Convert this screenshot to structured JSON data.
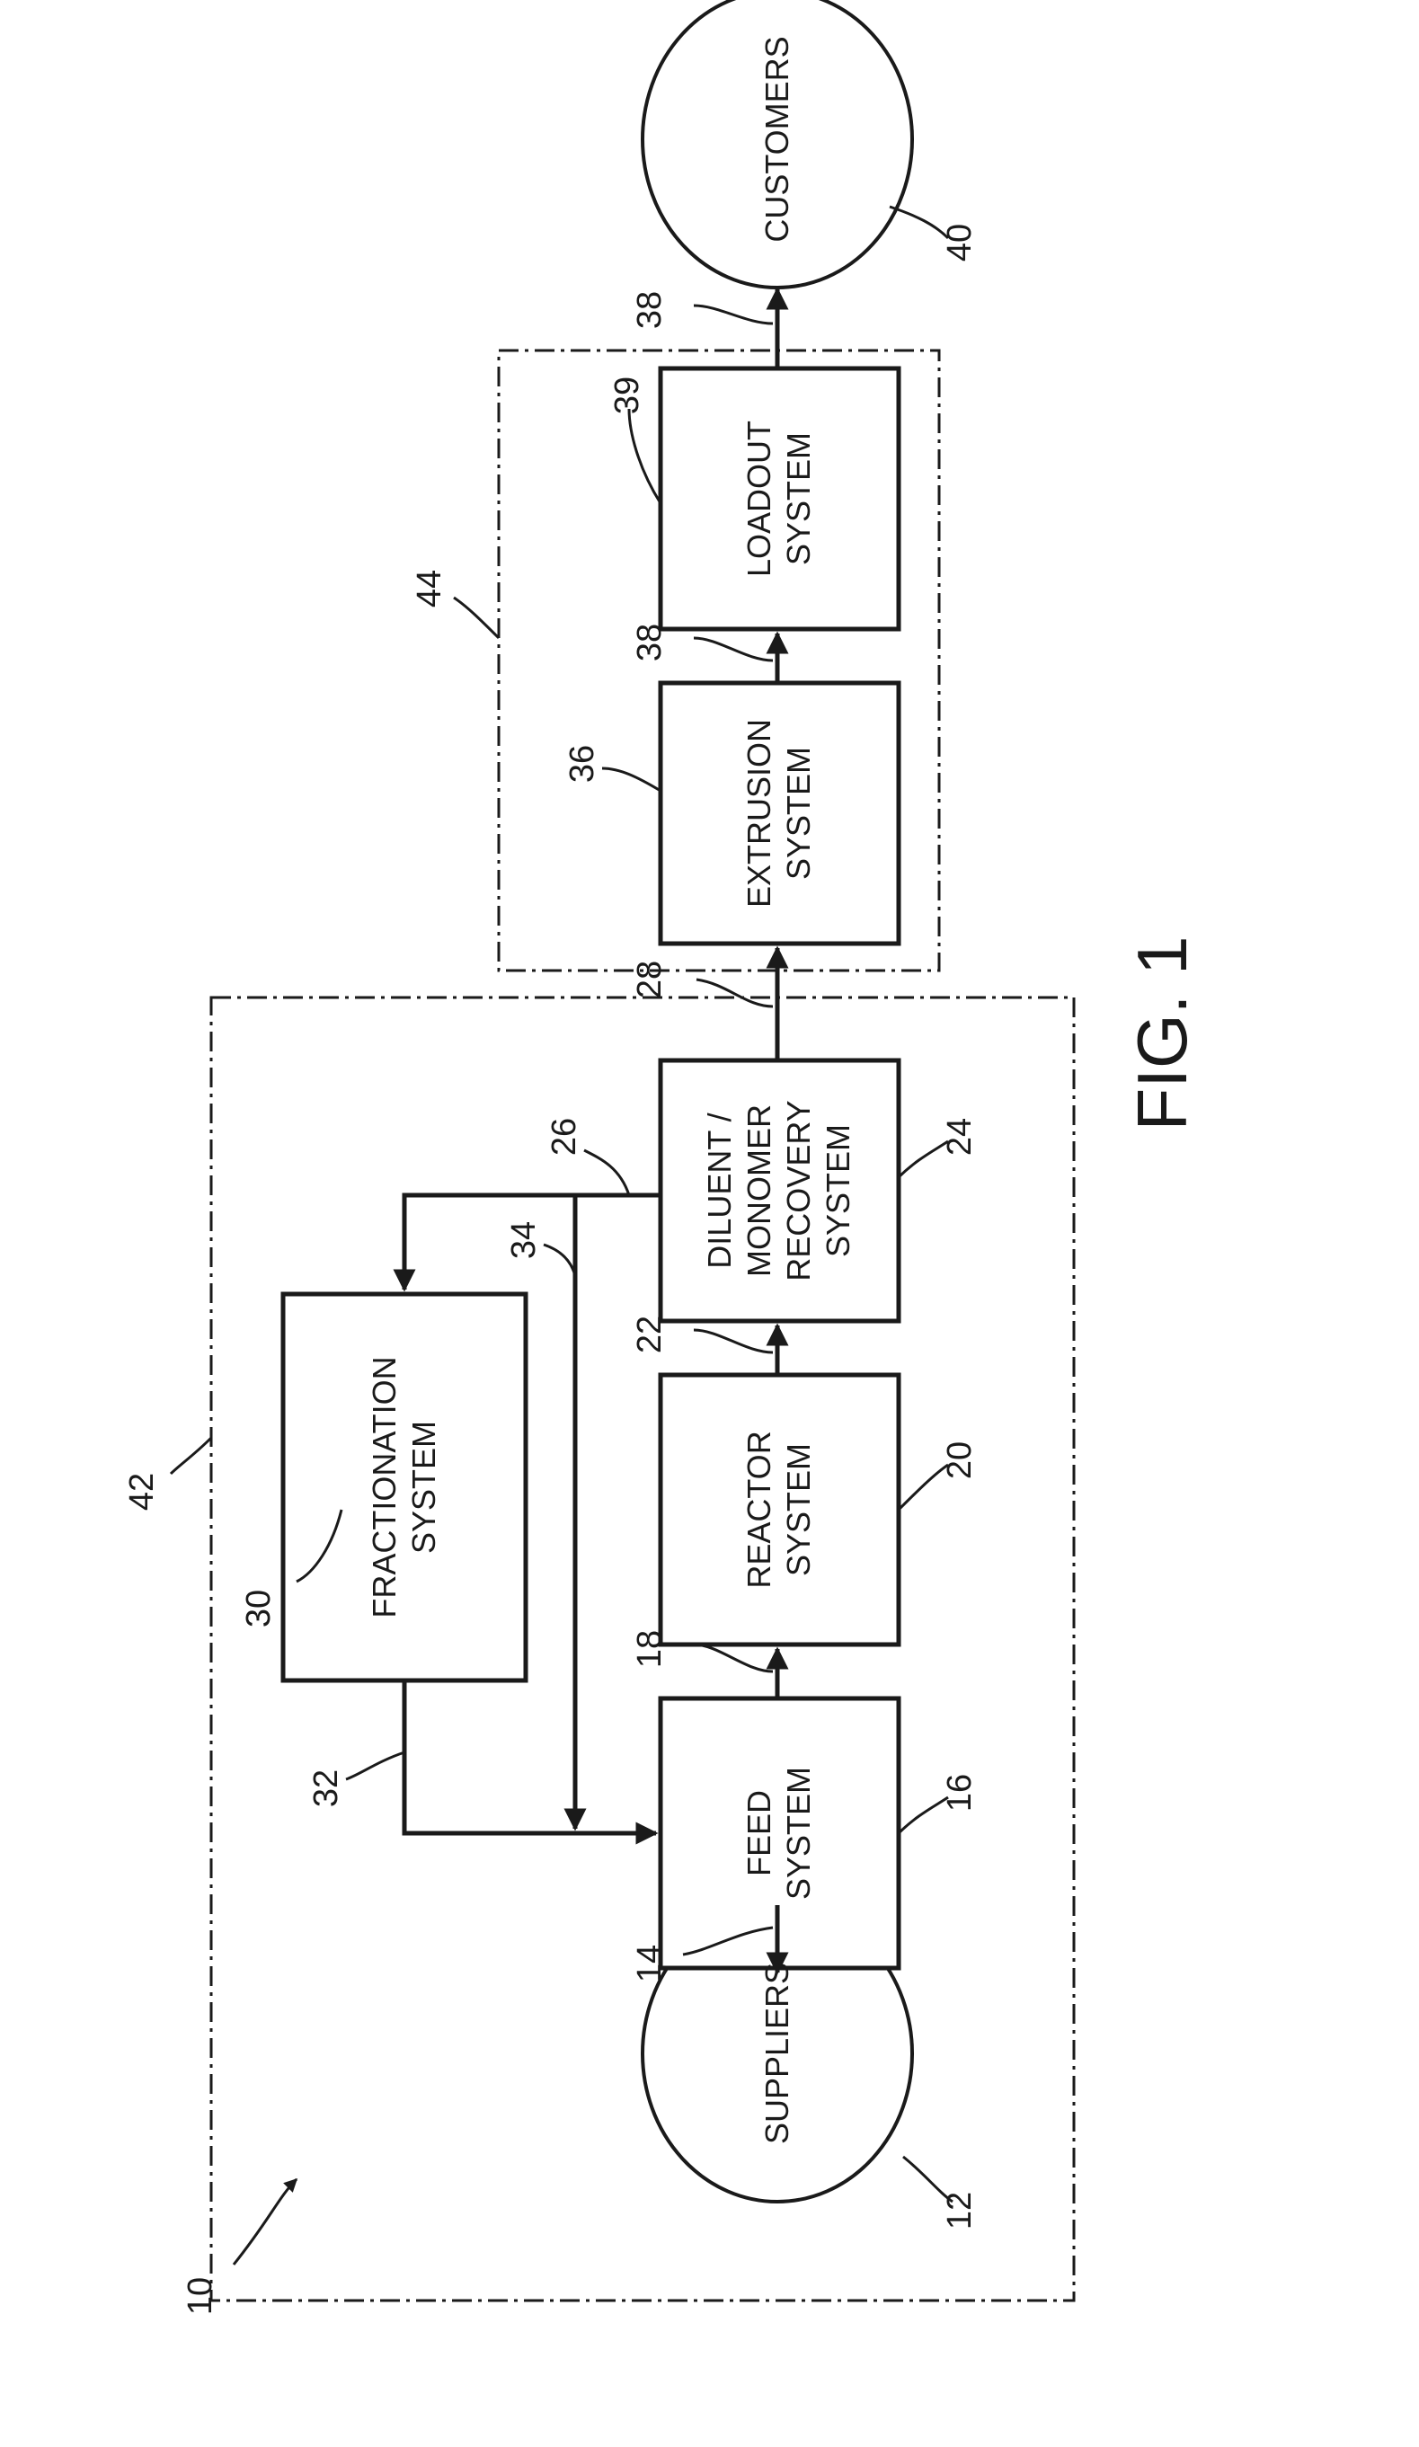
{
  "figure": {
    "label": "FIG. 1",
    "system_ref": "10"
  },
  "nodes": {
    "suppliers": {
      "label": "SUPPLIERS",
      "ref": "12"
    },
    "customers": {
      "label": "CUSTOMERS",
      "ref": "40"
    },
    "feed": {
      "line1": "FEED",
      "line2": "SYSTEM",
      "ref": "16"
    },
    "reactor": {
      "line1": "REACTOR",
      "line2": "SYSTEM",
      "ref": "20"
    },
    "recovery": {
      "line1": "DILUENT /",
      "line2": "MONOMER",
      "line3": "RECOVERY",
      "line4": "SYSTEM",
      "ref": "24"
    },
    "fractionation": {
      "line1": "FRACTIONATION",
      "line2": "SYSTEM",
      "ref": "30"
    },
    "extrusion": {
      "line1": "EXTRUSION",
      "line2": "SYSTEM",
      "ref": "36"
    },
    "loadout": {
      "line1": "LOADOUT",
      "line2": "SYSTEM",
      "ref": "39"
    }
  },
  "regions": {
    "polymerization": {
      "ref": "42"
    },
    "finishing": {
      "ref": "44"
    }
  },
  "streams": {
    "s14": "14",
    "s18": "18",
    "s22": "22",
    "s26": "26",
    "s28": "28",
    "s32": "32",
    "s34": "34",
    "s38a": "38",
    "s38b": "38"
  },
  "colors": {
    "ink": "#1a1a1a",
    "background": "#ffffff"
  }
}
